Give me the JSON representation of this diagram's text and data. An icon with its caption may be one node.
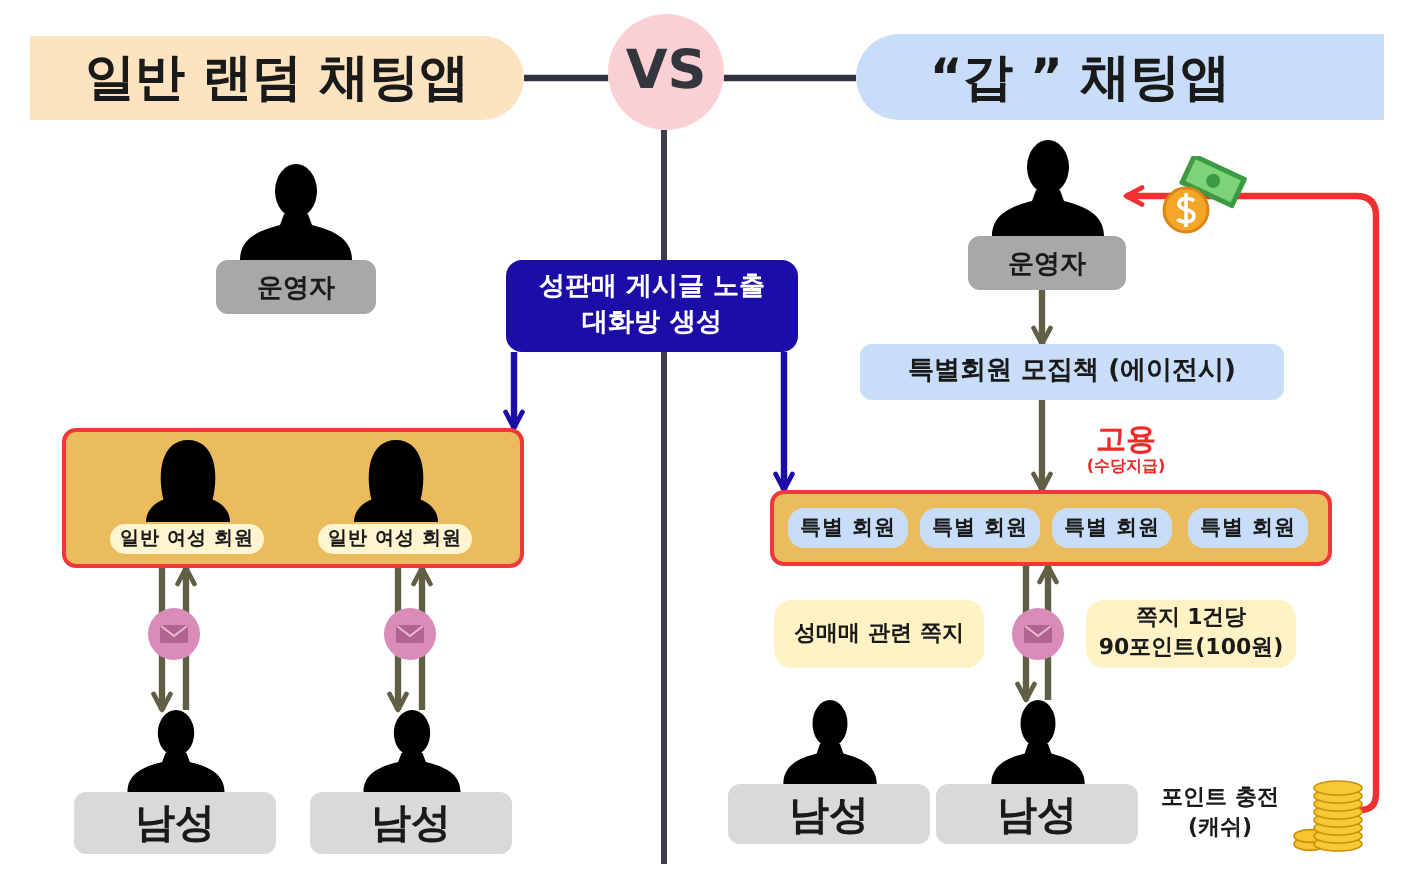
{
  "diagram": {
    "nodes": [
      {
        "text": [
          "일반 랜덤 채팅앱"
        ]
      },
      {
        "text": [
          "VS"
        ]
      },
      {
        "text": [
          "“갑 ” 채팅앱"
        ]
      },
      {
        "text": [
          "운영자"
        ]
      },
      {
        "text": [
          "성판매 게시글 노출 대화방 생성"
        ]
      },
      {
        "text": [],
        "shape": "box"
      },
      {
        "text": [
          "일반 여성 회원"
        ],
        "in": 5
      },
      {
        "text": [
          "일반 여성 회원"
        ],
        "in": 5
      },
      {
        "text": [
          "남성"
        ]
      },
      {
        "text": [
          "남성"
        ]
      },
      {
        "text": [
          "운영자"
        ]
      },
      {
        "text": [
          "특별회원 모집책 (에이전시)"
        ]
      },
      {
        "text": [],
        "shape": "box"
      },
      {
        "text": [
          "특별 회원"
        ],
        "in": 12
      },
      {
        "text": [
          "특별 회원"
        ],
        "in": 12
      },
      {
        "text": [
          "특별 회원"
        ],
        "in": 12
      },
      {
        "text": [
          "특별 회원"
        ],
        "in": 12
      },
      {
        "text": [
          "성매매 관련 쪽지"
        ]
      },
      {
        "text": [
          "쪽지 1건당 90포인트(100원)"
        ]
      },
      {
        "text": [
          "남성"
        ]
      },
      {
        "text": [
          "남성"
        ]
      },
      {
        "text": [],
        "shape": "picture",
        "beside": [
          "포인트 충전 (캐쉬)"
        ]
      }
    ],
    "edges": [
      {
        "from": 0,
        "to": 1,
        "arrow": "none",
        "color": "#2f3440"
      },
      {
        "from": 1,
        "to": 2,
        "arrow": "none",
        "color": "#2f3440"
      },
      {
        "from": 4,
        "to": 5,
        "arrow": "to",
        "color": "#1c0ca8"
      },
      {
        "from": 4,
        "to": 12,
        "arrow": "to",
        "color": "#1c0ca8"
      },
      {
        "from": 5,
        "to": 8,
        "arrow": "to"
      },
      {
        "from": 8,
        "to": 5,
        "arrow": "to"
      },
      {
        "from": 5,
        "to": 9,
        "arrow": "to"
      },
      {
        "from": 9,
        "to": 5,
        "arrow": "to"
      },
      {
        "from": 10,
        "to": 11,
        "arrow": "to"
      },
      {
        "from": 11,
        "to": 12,
        "arrow": "to",
        "label": "고용"
      },
      {
        "from": 12,
        "to": 20,
        "arrow": "to"
      },
      {
        "from": 20,
        "to": 12,
        "arrow": "to"
      },
      {
        "from": 21,
        "to": 10,
        "arrow": "to",
        "color": "#f23030"
      }
    ],
    "labels": [
      "(수당지급)"
    ]
  }
}
